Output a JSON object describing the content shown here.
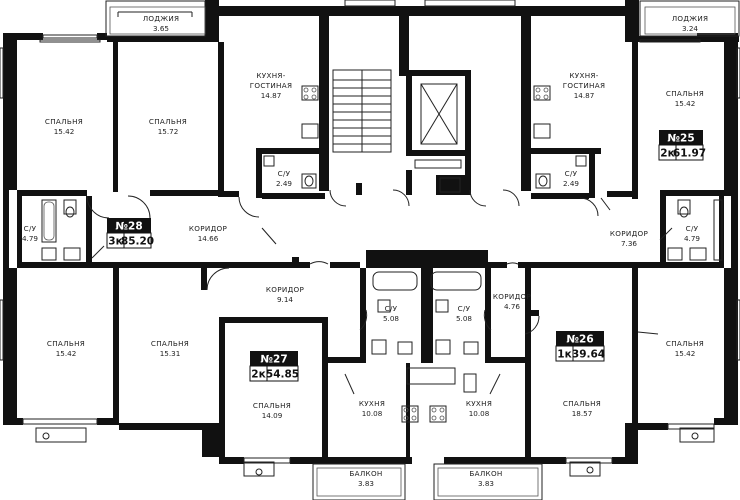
{
  "rooms": [
    {
      "id": "loggia-left",
      "name": "ЛОДЖИЯ",
      "area": "3.65"
    },
    {
      "id": "bedroom-a",
      "name": "СПАЛЬНЯ",
      "area": "15.42"
    },
    {
      "id": "bedroom-b",
      "name": "СПАЛЬНЯ",
      "area": "15.72"
    },
    {
      "id": "kitchen-living-left",
      "name": "КУХНЯ-",
      "name2": "ГОСТИНАЯ",
      "area": "14.87"
    },
    {
      "id": "bath-left-top",
      "name": "С/У",
      "area": "2.49"
    },
    {
      "id": "kitchen-living-right",
      "name": "КУХНЯ-",
      "name2": "ГОСТИНАЯ",
      "area": "14.87"
    },
    {
      "id": "bath-right-top",
      "name": "С/У",
      "area": "2.49"
    },
    {
      "id": "loggia-right",
      "name": "ЛОДЖИЯ",
      "area": "3.24"
    },
    {
      "id": "bedroom-c",
      "name": "СПАЛЬНЯ",
      "area": "15.42"
    },
    {
      "id": "bath-left-mid",
      "name": "С/У",
      "area": "4.79"
    },
    {
      "id": "corridor-28",
      "name": "КОРИДОР",
      "area": "14.66"
    },
    {
      "id": "corridor-25",
      "name": "КОРИДОР",
      "area": "7.36"
    },
    {
      "id": "bath-right-mid",
      "name": "С/У",
      "area": "4.79"
    },
    {
      "id": "corridor-27",
      "name": "КОРИДОР",
      "area": "9.14"
    },
    {
      "id": "corridor-26",
      "name": "КОРИДОР",
      "area": "4.76"
    },
    {
      "id": "bath-27",
      "name": "С/У",
      "area": "5.08"
    },
    {
      "id": "bath-26",
      "name": "С/У",
      "area": "5.08"
    },
    {
      "id": "bedroom-d",
      "name": "СПАЛЬНЯ",
      "area": "15.42"
    },
    {
      "id": "bedroom-e",
      "name": "СПАЛЬНЯ",
      "area": "15.31"
    },
    {
      "id": "bedroom-f",
      "name": "СПАЛЬНЯ",
      "area": "14.09"
    },
    {
      "id": "kitchen-27",
      "name": "КУХНЯ",
      "area": "10.08"
    },
    {
      "id": "kitchen-26",
      "name": "КУХНЯ",
      "area": "10.08"
    },
    {
      "id": "bedroom-g",
      "name": "СПАЛЬНЯ",
      "area": "18.57"
    },
    {
      "id": "bedroom-h",
      "name": "СПАЛЬНЯ",
      "area": "15.42"
    },
    {
      "id": "balcony-27",
      "name": "БАЛКОН",
      "area": "3.83"
    },
    {
      "id": "balcony-26",
      "name": "БАЛКОН",
      "area": "3.83"
    }
  ],
  "apartments": [
    {
      "id": "apt-28",
      "number": "№28",
      "rooms": "3к",
      "area": "85.20"
    },
    {
      "id": "apt-25",
      "number": "№25",
      "rooms": "2к",
      "area": "61.97"
    },
    {
      "id": "apt-27",
      "number": "№27",
      "rooms": "2к",
      "area": "54.85"
    },
    {
      "id": "apt-26",
      "number": "№26",
      "rooms": "1к",
      "area": "39.64"
    }
  ]
}
